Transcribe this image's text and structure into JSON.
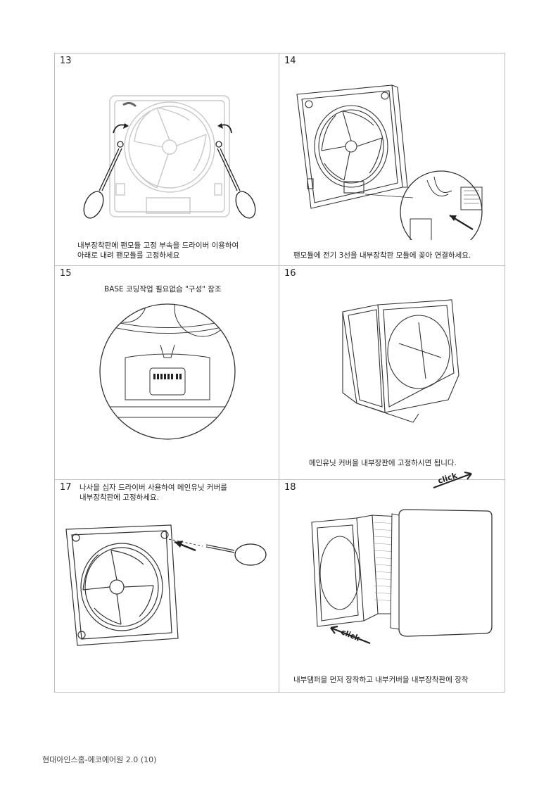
{
  "steps": [
    {
      "number": "13",
      "caption_line1": "내부장착판에  팬모듈 고정 부속을 드라이버 이용하여",
      "caption_line2": "아래로 내려 팬모듈를 고정하세요"
    },
    {
      "number": "14",
      "caption_line1": "팬모듈에 전기 3선을 내부장착판 모듈에 꽂아 연결하세요."
    },
    {
      "number": "15",
      "caption_line1": "BASE 코딩작업  필요없슴 \"구성\" 참조"
    },
    {
      "number": "16",
      "caption_line1": "메인유닛 커버을 내부장판에 고정하시면 됩니다.",
      "click_label": "click"
    },
    {
      "number": "17",
      "caption_line1": "나사을 십자 드라이버 사용하여 메인유닛 커버를",
      "caption_line2": "내부장착판에 고정하세요."
    },
    {
      "number": "18",
      "caption_line1": "내부댐퍼을 먼저 장착하고 내부커버을 내부장착판에 장착",
      "click_label": "click"
    }
  ],
  "footer": {
    "text": "현대아인스홈-에코에어원 2.0 (10)"
  },
  "colors": {
    "border": "#bdbdbd",
    "line_art": "#333333",
    "faint_art": "#c8c8c8"
  }
}
